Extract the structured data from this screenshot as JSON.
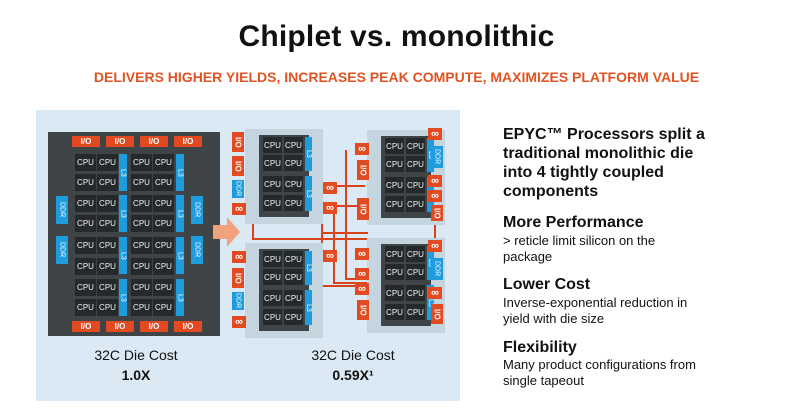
{
  "title": "Chiplet vs. monolithic",
  "subtitle": "DELIVERS HIGHER YIELDS, INCREASES PEAK COMPUTE, MAXIMIZES PLATFORM VALUE",
  "labels": {
    "io": "I/O",
    "cpu": "CPU",
    "l3": "L3",
    "ddr": "DDR",
    "infinity": "∞"
  },
  "monolithic": {
    "caption": "32C Die Cost",
    "cost": "1.0X"
  },
  "chiplet": {
    "caption": "32C Die Cost",
    "cost": "0.59X¹"
  },
  "right_panel": {
    "heading_line1": "EPYC™ Processors split a",
    "heading_line2": "traditional monolithic die",
    "heading_line3": "into 4 tightly coupled",
    "heading_line4": "components",
    "points": [
      {
        "title": "More Performance",
        "line1": "> reticle limit silicon on the",
        "line2": "package"
      },
      {
        "title": "Lower Cost",
        "line1": "Inverse-exponential reduction in",
        "line2": "yield with die size"
      },
      {
        "title": "Flexibility",
        "line1": "Many product configurations from",
        "line2": "single tapeout"
      }
    ]
  },
  "colors": {
    "accent": "#e05423",
    "io": "#e24a22",
    "l3": "#1f9cde",
    "cpu": "#24292c",
    "panel": "#dbe9f4"
  }
}
